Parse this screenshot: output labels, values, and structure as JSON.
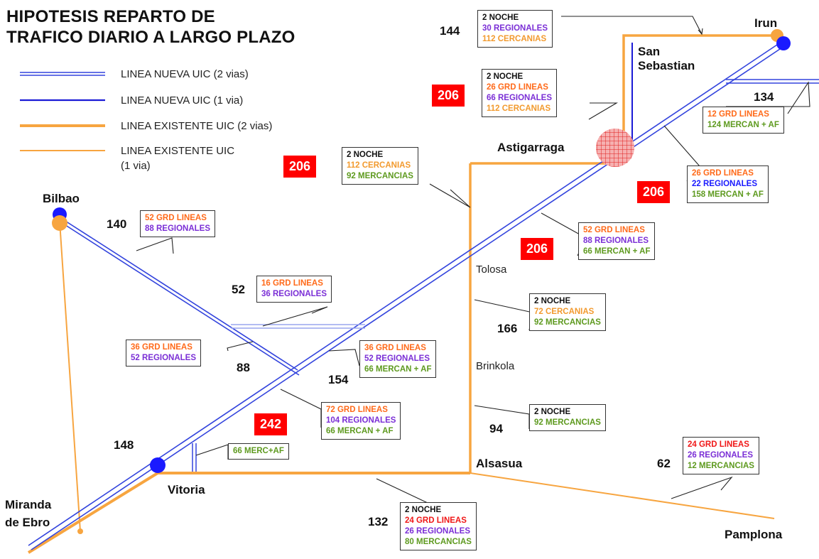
{
  "title": {
    "line1": "HIPOTESIS REPARTO DE",
    "line2": "TRAFICO DIARIO A LARGO PLAZO"
  },
  "legend": [
    {
      "label": "LINEA NUEVA UIC (2 vias)",
      "style": "double-blue"
    },
    {
      "label": "LINEA NUEVA UIC (1 via)",
      "style": "single-blue"
    },
    {
      "label": "LINEA EXISTENTE UIC (2 vias)",
      "style": "thick-orange"
    },
    {
      "label1": "LINEA EXISTENTE UIC",
      "label2": "(1 via)",
      "style": "thin-orange"
    }
  ],
  "colors": {
    "new_line": "#3344dd",
    "existing_line": "#f7a540",
    "station": "#1a1aff",
    "badge": "#ff0000",
    "grd": "#ff6a1a",
    "regionales": "#7b2fd6",
    "cercanias": "#f29a2e",
    "mercancias": "#5e9a1f"
  },
  "cities": {
    "irun": "Irun",
    "san_sebastian_1": "San",
    "san_sebastian_2": "Sebastian",
    "astigarraga": "Astigarraga",
    "bilbao": "Bilbao",
    "vitoria": "Vitoria",
    "miranda_1": "Miranda",
    "miranda_2": "de Ebro",
    "alsasua": "Alsasua",
    "pamplona": "Pamplona",
    "tolosa": "Tolosa",
    "brinkola": "Brinkola"
  },
  "totals": {
    "t144": "144",
    "t134": "134",
    "t140": "140",
    "t52": "52",
    "t88": "88",
    "t154": "154",
    "t166": "166",
    "t94": "94",
    "t148": "148",
    "t62": "62",
    "t132": "132"
  },
  "badges": {
    "b206_top": "206",
    "b206_left": "206",
    "b206_right": "206",
    "b206_mid": "206",
    "b242": "242"
  },
  "boxes": {
    "irun": [
      "2 NOCHE",
      "30 REGIONALES",
      "112 CERCANIAS"
    ],
    "sanseb": [
      "2 NOCHE",
      "26 GRD LINEAS",
      "66 REGIONALES",
      "112 CERCANIAS"
    ],
    "east": [
      "12 GRD LINEAS",
      "124 MERCAN + AF"
    ],
    "astig_west": [
      "2 NOCHE",
      "112 CERCANIAS",
      "92 MERCANCIAS"
    ],
    "diag_ne": [
      "26 GRD LINEAS",
      "22 REGIONALES",
      "158 MERCAN + AF"
    ],
    "bilbao": [
      "52 GRD LINEAS",
      "88 REGIONALES"
    ],
    "diag_mid": [
      "52 GRD LINEAS",
      "88 REGIONALES",
      "66 MERCAN + AF"
    ],
    "link52": [
      "16 GRD LINEAS",
      "36 REGIONALES"
    ],
    "tolosa": [
      "2 NOCHE",
      "72 CERCANIAS",
      "92 MERCANCIAS"
    ],
    "west88": [
      "36 GRD LINEAS",
      "52 REGIONALES"
    ],
    "diag154": [
      "36 GRD LINEAS",
      "52 REGIONALES",
      "66 MERCAN + AF"
    ],
    "diag242": [
      "72 GRD LINEAS",
      "104 REGIONALES",
      "66 MERCAN + AF"
    ],
    "brinkola": [
      "2 NOCHE",
      "92 MERCANCIAS"
    ],
    "vitoria_spur": [
      "66 MERC+AF"
    ],
    "pamplona": [
      "24 GRD LINEAS",
      "26 REGIONALES",
      "12 MERCANCIAS"
    ],
    "south132": [
      "2 NOCHE",
      "24 GRD LINEAS",
      "26 REGIONALES",
      "80 MERCANCIAS"
    ]
  }
}
